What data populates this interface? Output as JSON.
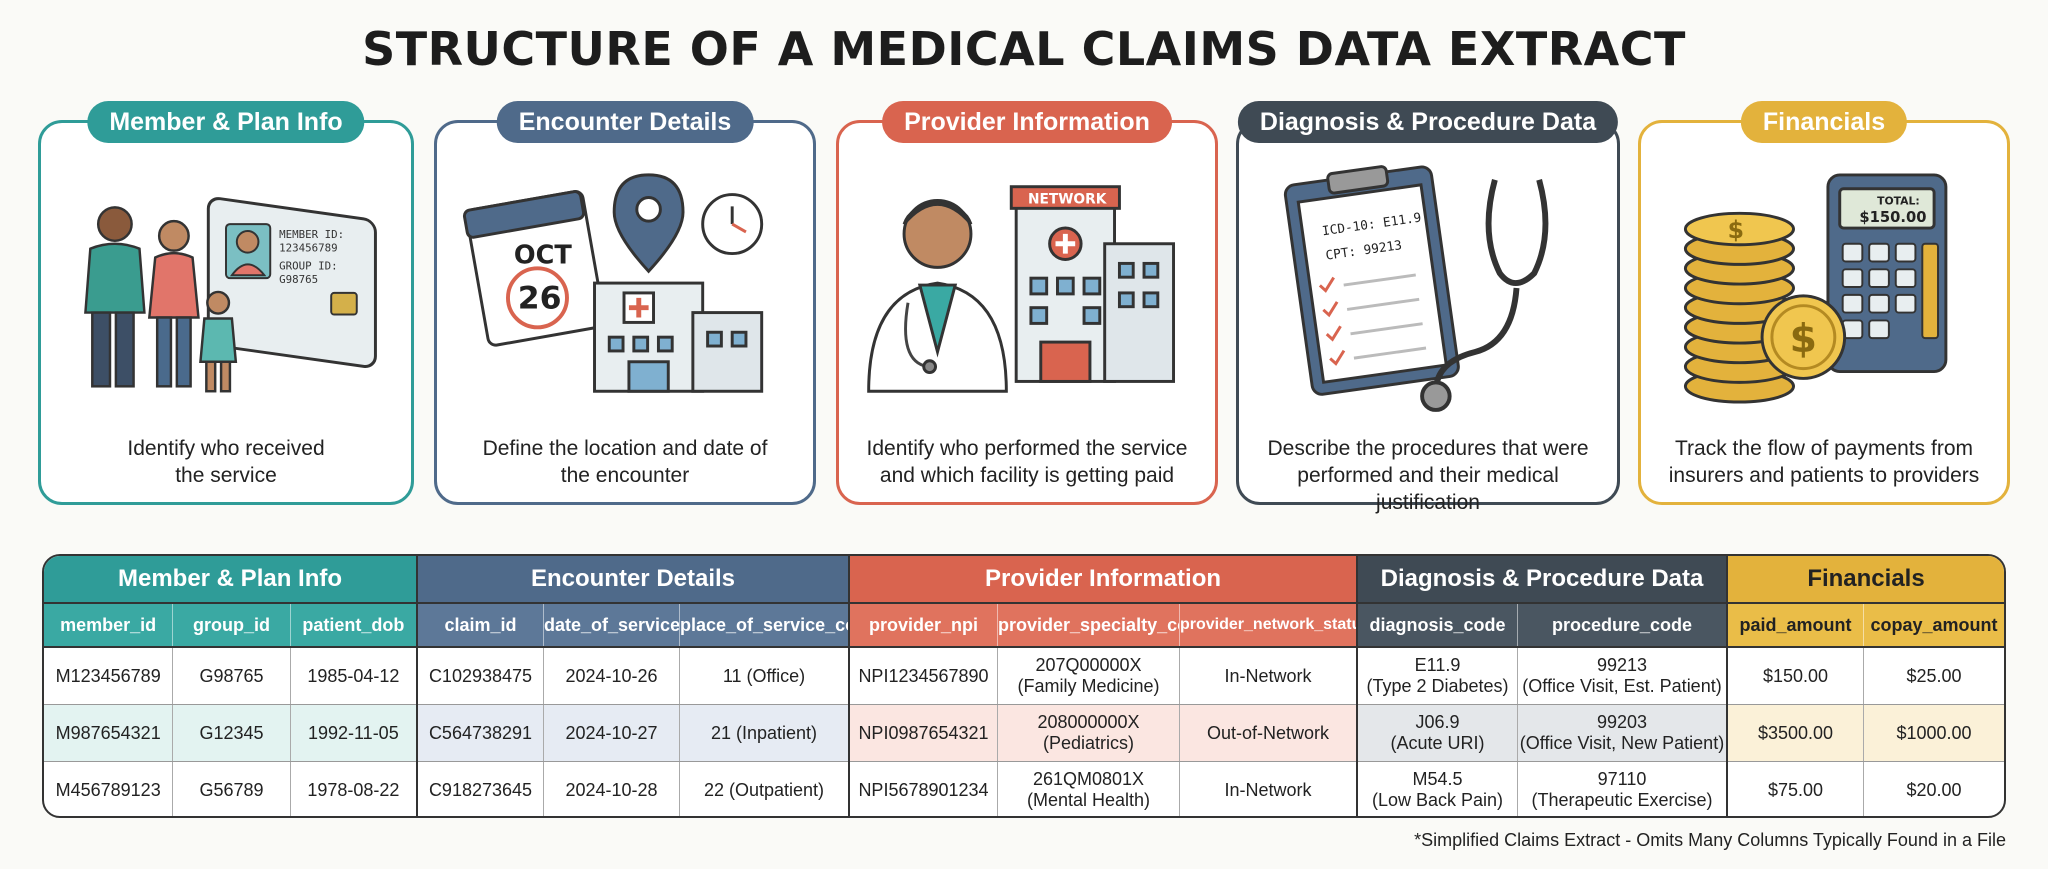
{
  "title": "STRUCTURE OF A MEDICAL CLAIMS DATA EXTRACT",
  "cards": [
    {
      "label": "Member & Plan Info",
      "desc_1": "Identify who received",
      "desc_2": "the service",
      "color": "#2f9c98",
      "card_text": [
        "MEMBER ID:",
        "123456789",
        "GROUP ID:",
        "G98765"
      ]
    },
    {
      "label": "Encounter Details",
      "desc_1": "Define the location and date of",
      "desc_2": "the encounter",
      "color": "#4f6a8a",
      "card_text": [
        "OCT",
        "26"
      ]
    },
    {
      "label": "Provider Information",
      "desc_1": "Identify who performed the service",
      "desc_2": "and which facility is getting paid",
      "color": "#d9644f",
      "card_text": [
        "NETWORK"
      ]
    },
    {
      "label": "Diagnosis & Procedure Data",
      "desc_1": "Describe the procedures that were",
      "desc_2": "performed and their medical justification",
      "color": "#3f4a54",
      "card_text": [
        "ICD-10: E11.9",
        "CPT: 99213"
      ]
    },
    {
      "label": "Financials",
      "desc_1": "Track the flow of payments from",
      "desc_2": "insurers and patients to providers",
      "color": "#e3b23c",
      "card_text": [
        "TOTAL:",
        "$150.00"
      ]
    }
  ],
  "table": {
    "groups": [
      {
        "label": "Member & Plan Info",
        "color": "#2f9c98",
        "subcolor": "#3aa9a3",
        "tint": "#e3f3f1",
        "columns": [
          "member_id",
          "group_id",
          "patient_dob"
        ],
        "rows": [
          [
            "M123456789",
            "G98765",
            "1985-04-12"
          ],
          [
            "M987654321",
            "G12345",
            "1992-11-05"
          ],
          [
            "M456789123",
            "G56789",
            "1978-08-22"
          ]
        ]
      },
      {
        "label": "Encounter Details",
        "color": "#4f6a8a",
        "subcolor": "#5d7898",
        "tint": "#e6ebf3",
        "columns": [
          "claim_id",
          "date_of_service",
          "place_of_service_code"
        ],
        "rows": [
          [
            "C102938475",
            "2024-10-26",
            "11 (Office)"
          ],
          [
            "C564738291",
            "2024-10-27",
            "21 (Inpatient)"
          ],
          [
            "C918273645",
            "2024-10-28",
            "22 (Outpatient)"
          ]
        ]
      },
      {
        "label": "Provider Information",
        "color": "#d9644f",
        "subcolor": "#e0735e",
        "tint": "#fbe6e1",
        "columns": [
          "provider_npi",
          "provider_specialty_code",
          "provider_network_status"
        ],
        "rows": [
          [
            "NPI1234567890",
            "207Q00000X\n(Family Medicine)",
            "In-Network"
          ],
          [
            "NPI0987654321",
            "208000000X\n(Pediatrics)",
            "Out-of-Network"
          ],
          [
            "NPI5678901234",
            "261QM0801X\n(Mental Health)",
            "In-Network"
          ]
        ]
      },
      {
        "label": "Diagnosis & Procedure Data",
        "color": "#3f4a54",
        "subcolor": "#4a5661",
        "tint": "#e4e7ea",
        "columns": [
          "diagnosis_code",
          "procedure_code"
        ],
        "rows": [
          [
            "E11.9\n(Type 2 Diabetes)",
            "99213\n(Office Visit, Est. Patient)"
          ],
          [
            "J06.9\n(Acute URI)",
            "99203\n(Office Visit, New Patient)"
          ],
          [
            "M54.5\n(Low Back Pain)",
            "97110\n(Therapeutic Exercise)"
          ]
        ]
      },
      {
        "label": "Financials",
        "color": "#e3b23c",
        "subcolor": "#eabd48",
        "tint": "#fbf1d8",
        "columns": [
          "paid_amount",
          "copay_amount"
        ],
        "rows": [
          [
            "$150.00",
            "$25.00"
          ],
          [
            "$3500.00",
            "$1000.00"
          ],
          [
            "$75.00",
            "$20.00"
          ]
        ]
      }
    ]
  },
  "footnote": "*Simplified Claims Extract - Omits Many Columns Typically Found in a File"
}
